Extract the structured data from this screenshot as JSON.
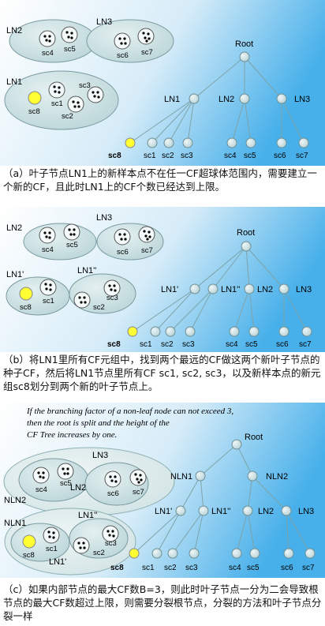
{
  "panel_a": {
    "cluster_labels": {
      "ln2": "LN2",
      "ln3": "LN3",
      "ln1": "LN1"
    },
    "sc_labels": {
      "sc4": "sc4",
      "sc5": "sc5",
      "sc6": "sc6",
      "sc7": "sc7",
      "sc1": "sc1",
      "sc2": "sc2",
      "sc3": "sc3",
      "sc8": "sc8"
    },
    "tree": {
      "root": "Root",
      "ln1": "LN1",
      "ln2": "LN2",
      "ln3": "LN3",
      "leaves": [
        "sc8",
        "sc1",
        "sc2",
        "sc3",
        "sc4",
        "sc5",
        "sc6",
        "sc7"
      ]
    },
    "caption": "（a）叶子节点LN1上的新样本点不在任一CF超球体范围内，需要建立一个新的CF，且此时LN1上的CF个数已经达到上限。"
  },
  "panel_b": {
    "cluster_labels": {
      "ln2": "LN2",
      "ln3": "LN3",
      "ln1p": "LN1'",
      "ln1pp": "LN1''"
    },
    "sc_labels": {
      "sc4": "sc4",
      "sc5": "sc5",
      "sc6": "sc6",
      "sc7": "sc7",
      "sc1": "sc1",
      "sc2": "sc2",
      "sc3": "sc3",
      "sc8": "sc8"
    },
    "tree": {
      "root": "Root",
      "ln1p": "LN1'",
      "ln1pp": "LN1''",
      "ln2": "LN2",
      "ln3": "LN3",
      "leaves": [
        "sc8",
        "sc1",
        "sc2",
        "sc3",
        "sc4",
        "sc5",
        "sc6",
        "sc7"
      ]
    },
    "caption": "（b）将LN1里所有CF元组中，找到两个最远的CF做这两个新叶子节点的种子CF，然后将LN1节点里所有CF sc1, sc2, sc3，以及新样本点的新元组sc8划分到两个新的叶子节点上。"
  },
  "panel_c": {
    "note": [
      "If the branching factor of a non-leaf node can not exceed 3,",
      "then the root is split and the height of the",
      "CF Tree increases by one."
    ],
    "cluster_labels": {
      "ln3": "LN3",
      "ln2": "LN2",
      "nln2": "NLN2",
      "nln1": "NLN1",
      "ln1pp": "LN1''",
      "ln1p": "LN1'"
    },
    "sc_labels": {
      "sc4": "sc4",
      "sc5": "sc5",
      "sc6": "sc6",
      "sc7": "sc7",
      "sc1": "sc1",
      "sc2": "sc2",
      "sc3": "sc3",
      "sc8": "sc8"
    },
    "tree": {
      "root": "Root",
      "nln1": "NLN1",
      "nln2": "NLN2",
      "ln1p": "LN1'",
      "ln1pp": "LN1''",
      "ln2": "LN2",
      "ln3": "LN3",
      "leaves": [
        "sc8",
        "sc1",
        "sc2",
        "sc3",
        "sc4",
        "sc5",
        "sc6",
        "sc7"
      ]
    },
    "caption": "（c）如果内部节点的最大CF数B=3，则此时叶子节点一分为二会导致根节点的最大CF数超过上限，则需要分裂根节点，分裂的方法和叶子节点分裂一样"
  },
  "colors": {
    "node_fill": "#cfe3e6",
    "cluster_fill": "#c9e1e4",
    "new_point": "#ffff33"
  }
}
